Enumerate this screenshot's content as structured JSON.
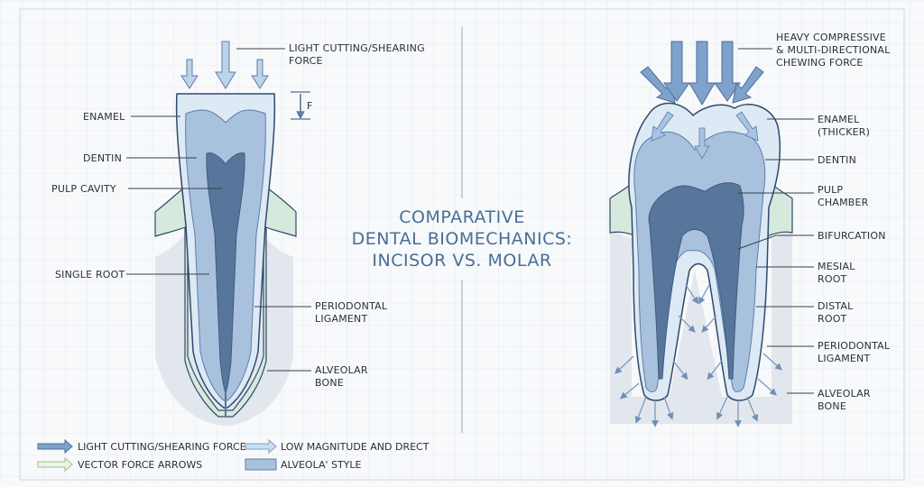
{
  "title": [
    "COMPARATIVE",
    "DENTAL BIOMECHANICS:",
    "INCISOR VS. MOLAR"
  ],
  "incisor": {
    "force_label": [
      "LIGHT CUTTING/SHEARING",
      "FORCE"
    ],
    "f_marker": "F",
    "labels": {
      "enamel": "ENAMEL",
      "dentin": "DENTIN",
      "pulp": "PULP CAVITY",
      "root": "SINGLE ROOT",
      "pdl": [
        "PERIODONTAL",
        "LIGAMENT"
      ],
      "bone": [
        "ALVEOLAR",
        "BONE"
      ]
    }
  },
  "molar": {
    "force_label": [
      "HEAVY COMPRESSIVE",
      "& MULTI-DIRECTIONAL",
      "CHEWING FORCE"
    ],
    "labels": {
      "enamel": [
        "ENAMEL",
        "(THICKER)"
      ],
      "dentin": "DENTIN",
      "pulp": [
        "PULP",
        "CHAMBER"
      ],
      "bifurcation": "BIFURCATION",
      "mesial": [
        "MESIAL",
        "ROOT"
      ],
      "distal": [
        "DISTAL",
        "ROOT"
      ],
      "pdl": [
        "PERIODONTAL",
        "LIGAMENT"
      ],
      "bone": [
        "ALVEOLAR",
        "BONE"
      ]
    }
  },
  "legend": {
    "item1": "LIGHT CUTTING/SHEARING FORCE",
    "item2": "LOW MAGNITUDE AND DRECT",
    "item3": "VECTOR FORCE ARROWS",
    "item4": "ALVEOLA' STYLE"
  },
  "colors": {
    "enamel": "#ddeaf6",
    "dentin": "#a9c3df",
    "pulp": "#56739a",
    "pdl": "#d7ecdf",
    "bone": "#e4e8ee",
    "arrow": "#7ea2cb",
    "arrow_dark": "#5b7fa8",
    "outline": "#2f4a6b"
  }
}
